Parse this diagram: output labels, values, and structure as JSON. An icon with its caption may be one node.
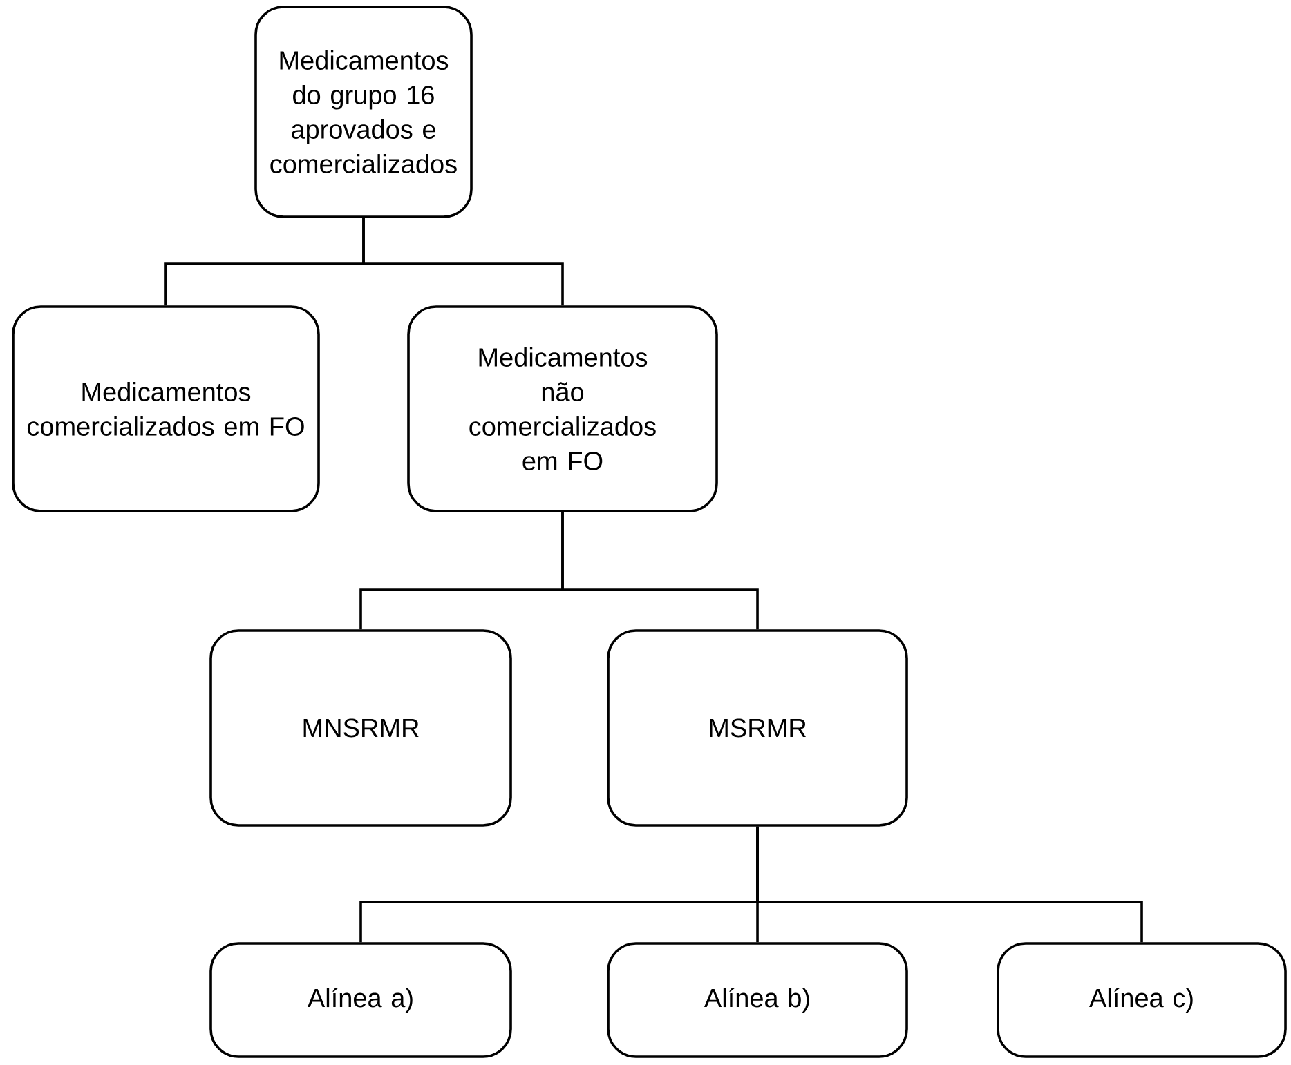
{
  "diagram": {
    "nodes": [
      {
        "text": [
          "Medicamentos do grupo 16 aprovados e comercializados"
        ]
      },
      {
        "text": [
          "Medicamentos comercializados em FO"
        ]
      },
      {
        "text": [
          "Medicamentos não comercializados em FO"
        ]
      },
      {
        "text": [
          "MNSRMR"
        ]
      },
      {
        "text": [
          "MSRMR"
        ]
      },
      {
        "text": [
          "Alínea a)"
        ]
      },
      {
        "text": [
          "Alínea b)"
        ]
      },
      {
        "text": [
          "Alínea c)"
        ]
      }
    ],
    "edges": [
      {
        "from": 0,
        "to": 1,
        "arrow": "none"
      },
      {
        "from": 0,
        "to": 2,
        "arrow": "none"
      },
      {
        "from": 2,
        "to": 3,
        "arrow": "none"
      },
      {
        "from": 2,
        "to": 4,
        "arrow": "none"
      },
      {
        "from": 4,
        "to": 5,
        "arrow": "none"
      },
      {
        "from": 4,
        "to": 6,
        "arrow": "none"
      },
      {
        "from": 4,
        "to": 7,
        "arrow": "none"
      }
    ]
  }
}
